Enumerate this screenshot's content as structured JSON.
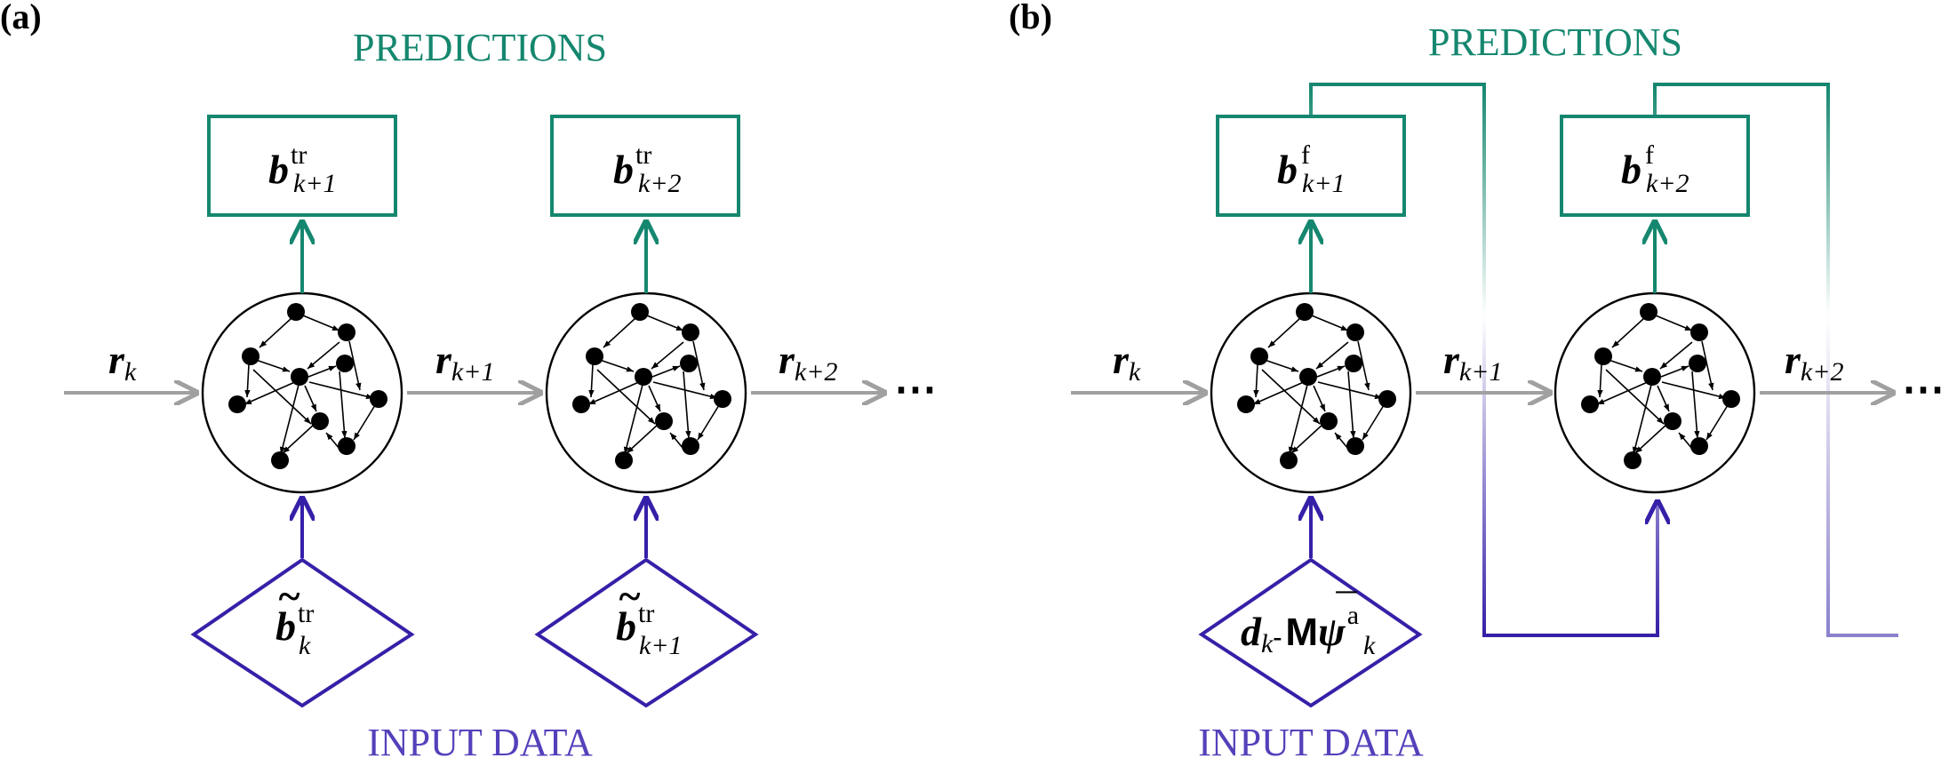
{
  "colors": {
    "predictions": "#15876f",
    "input": "#3520a8",
    "input_text": "#5540bb",
    "arrow_gray": "#a0a0a0",
    "node": "#000000"
  },
  "panel_a": {
    "label": "(a)",
    "predictions_heading": "PREDICTIONS",
    "input_heading": "INPUT DATA",
    "r_states": [
      {
        "sym": "r",
        "sub": "k"
      },
      {
        "sym": "r",
        "sub": "k+1"
      },
      {
        "sym": "r",
        "sub": "k+2"
      }
    ],
    "ellipsis": "⋯",
    "outputs": [
      {
        "sym": "b",
        "sup": "tr",
        "sub": "k+1"
      },
      {
        "sym": "b",
        "sup": "tr",
        "sub": "k+2"
      }
    ],
    "inputs": [
      {
        "sym": "b",
        "tilde": "~",
        "sup": "tr",
        "sub": "k"
      },
      {
        "sym": "b",
        "tilde": "~",
        "sup": "tr",
        "sub": "k+1"
      }
    ]
  },
  "panel_b": {
    "label": "(b)",
    "predictions_heading": "PREDICTIONS",
    "input_heading": "INPUT DATA",
    "r_states": [
      {
        "sym": "r",
        "sub": "k"
      },
      {
        "sym": "r",
        "sub": "k+1"
      },
      {
        "sym": "r",
        "sub": "k+2"
      }
    ],
    "ellipsis": "⋯",
    "outputs": [
      {
        "sym": "b",
        "sup": "f",
        "sub": "k+1"
      },
      {
        "sym": "b",
        "sup": "f",
        "sub": "k+2"
      }
    ],
    "input": {
      "d": "d",
      "d_sub": "k",
      "dash": "-",
      "M": "M",
      "psi": "ψ",
      "bar": "¯",
      "psi_sup": "a",
      "psi_sub": "k"
    }
  }
}
